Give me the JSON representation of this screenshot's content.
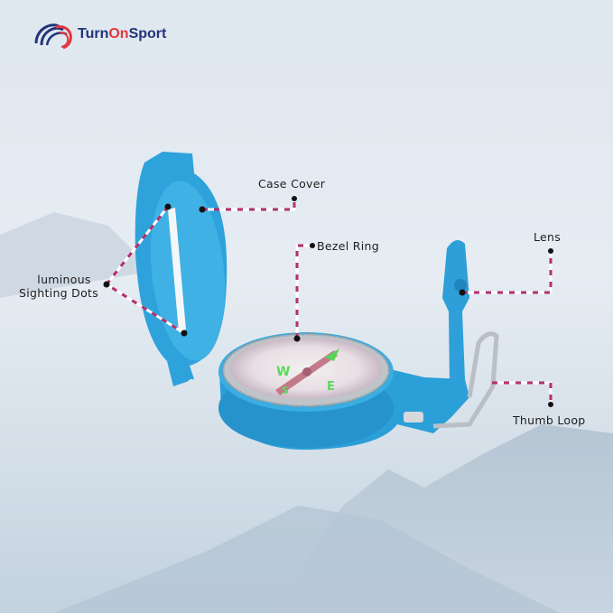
{
  "brand": {
    "name_part1": "Turn",
    "name_part2": "On",
    "name_part3": "Sport",
    "primary_color": "#23347a",
    "accent_color": "#e2383f"
  },
  "labels": {
    "case_cover": "Case Cover",
    "bezel_ring": "Bezel Ring",
    "lens": "Lens",
    "luminous_line1": "luminous",
    "luminous_line2": "Sighting Dots",
    "thumb_loop": "Thumb Loop"
  },
  "colors": {
    "compass_body": "#2fa4dc",
    "leader_dash": "#b3306e"
  }
}
